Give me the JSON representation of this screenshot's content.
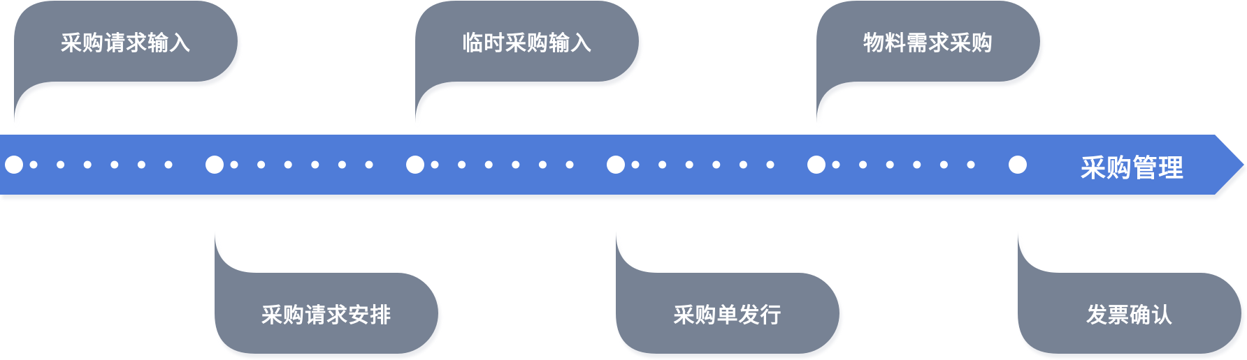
{
  "timeline": {
    "title": "采购管理",
    "bar_color": "#4f7bd8",
    "bubble_color": "#778294",
    "dot_color": "#ffffff",
    "steps": [
      {
        "label": "采购请求输入",
        "side": "top"
      },
      {
        "label": "采购请求安排",
        "side": "bottom"
      },
      {
        "label": "临时采购输入",
        "side": "top"
      },
      {
        "label": "采购单发行",
        "side": "bottom"
      },
      {
        "label": "物料需求采购",
        "side": "top"
      },
      {
        "label": "发票确认",
        "side": "bottom"
      }
    ]
  }
}
